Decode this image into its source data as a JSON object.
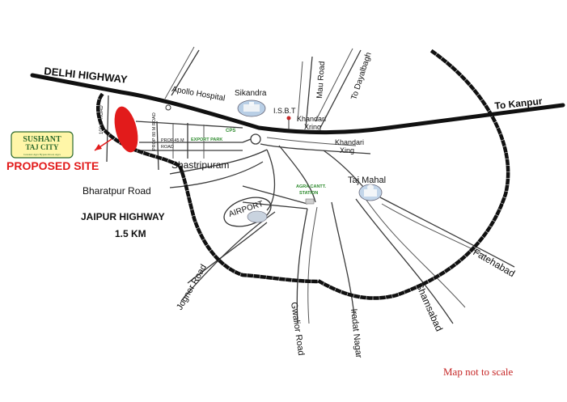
{
  "labels": {
    "delhi_highway": "DELHI HIGHWAY",
    "apollo_hospital": "Apollo Hospital",
    "sikandra": "Sikandra",
    "isbt": "I.S.B.T",
    "mau_road": "Mau Road",
    "to_dayalbagh": "To Dayalbagh",
    "to_kanpur": "To Kanpur",
    "khandari_xring_1": "Khandari",
    "khandari_xring_1b": "Xring",
    "khandari_xing_2": "Khandari",
    "khandari_xing_2b": "Xing",
    "road_100m": "100 M ROAD",
    "road_80m": "PROP 80 M ROAD",
    "road_45m_a": "PROP.45 M",
    "road_45m_b": "ROAD",
    "cps": "CPS",
    "export_park": "EXPORT PARK",
    "shastripuram": "Shastripuram",
    "proposed_site": "PROPOSED SITE",
    "bharatpur_road": "Bharatpur Road",
    "jaipur_highway": "JAIPUR HIGHWAY",
    "jaipur_distance": "1.5 KM",
    "airport": "AIRPORT",
    "agra_cantt_a": "AGRA CANTT.",
    "agra_cantt_b": "STATION",
    "taj_mahal": "Taj Mahal",
    "fatehabad": "Fatehabad",
    "shamsabad": "Shamsabad",
    "iradat_nagar": "Iradat Nagar",
    "gwalior_road": "Gwalior Road",
    "jogner_road": "Jogner Road",
    "map_note": "Map not to scale"
  },
  "logo": {
    "line1": "SUSHANT",
    "line2": "TAJ CITY",
    "tagline": "Greatest Agra Bypass Road, Agra"
  },
  "colors": {
    "site_marker": "#e21b1b",
    "proposed_site_text": "#e21b1b",
    "map_note_text": "#c62828",
    "logo_fill": "#fff6a8",
    "logo_text": "#2d6a2d",
    "green_text": "#2e8b2e"
  }
}
